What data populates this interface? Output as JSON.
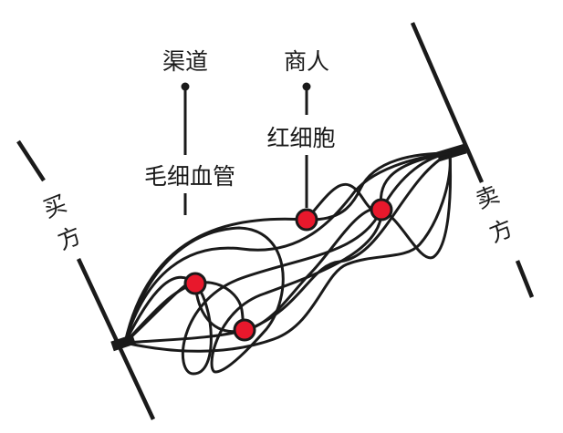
{
  "labels": {
    "channel": "渠道",
    "merchant": "商人",
    "capillary": "毛细血管",
    "red_cell": "红细胞"
  },
  "buyer_chars": [
    "买",
    "方"
  ],
  "seller_chars": [
    "卖",
    "方"
  ],
  "colors": {
    "line": "#1a1a1a",
    "node_fill": "#e8182c",
    "background": "#ffffff"
  }
}
